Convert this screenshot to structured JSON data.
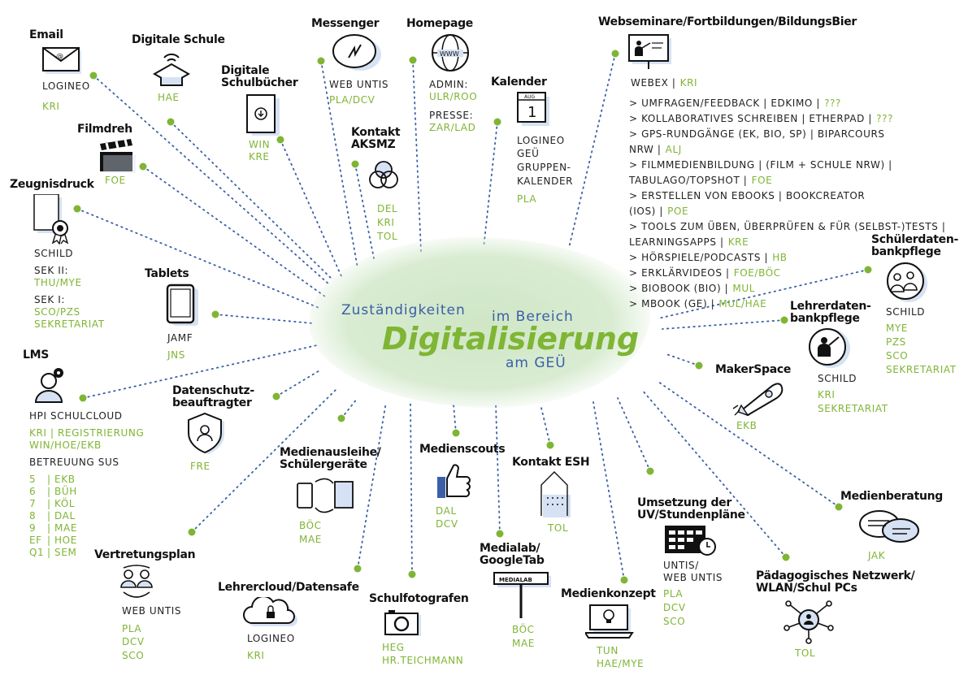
{
  "center": {
    "line1": "Zuständigkeiten",
    "line2": "im Bereich",
    "main": "Digitalisierung",
    "line3": "am GEÜ"
  },
  "email": {
    "title": "Email",
    "text": "LOGINEO",
    "green": "KRI"
  },
  "digitale_schule": {
    "title": "Digitale Schule",
    "green": "HAE"
  },
  "schulbuecher": {
    "title": "Digitale\nSchulbücher",
    "green": "WIN\nKRE"
  },
  "messenger": {
    "title": "Messenger",
    "text": "WEB UNTIS",
    "green": "PLA/DCV"
  },
  "homepage": {
    "title": "Homepage",
    "text1": "ADMIN:",
    "green1": "ULR/ROO",
    "text2": "PRESSE:",
    "green2": "ZAR/LAD"
  },
  "kalender": {
    "title": "Kalender",
    "text": "LOGINEO\nGEÜ\nGRUPPEN-\nKALENDER",
    "green": "PLA",
    "cal_month": "AUG",
    "cal_day": "1"
  },
  "kontakt_aksmz": {
    "title": "Kontakt\nAKSMZ",
    "green": "DEL\nKRI\nTOL"
  },
  "filmdreh": {
    "title": "Filmdreh",
    "green": "FOE"
  },
  "zeugnisdruck": {
    "title": "Zeugnisdruck",
    "text1": "SCHILD",
    "text2": "SEK II:",
    "green2": "THU/MYE",
    "text3": "SEK I:",
    "green3": "SCO/PZS\nSEKRETARIAT"
  },
  "tablets": {
    "title": "Tablets",
    "text": "JAMF",
    "green": "JNS"
  },
  "lms": {
    "title": "LMS",
    "text1": "HPI SCHULCLOUD",
    "green1": "KRI | REGISTRIERUNG\nWIN/HOE/EKB",
    "text2": "BETREUUNG SUS",
    "rows": [
      {
        "k": "5",
        "v": "| EKB"
      },
      {
        "k": "6",
        "v": "| BÜH"
      },
      {
        "k": "7",
        "v": "| KÖL"
      },
      {
        "k": "8",
        "v": "| DAL"
      },
      {
        "k": "9",
        "v": "| MAE"
      },
      {
        "k": "EF",
        "v": "| HOE"
      },
      {
        "k": "Q1",
        "v": "| SEM"
      }
    ]
  },
  "datenschutz": {
    "title": "Datenschutz-\nbeauftragter",
    "green": "FRE"
  },
  "vertretungsplan": {
    "title": "Vertretungsplan",
    "text": "WEB UNTIS",
    "green": "PLA\nDCV\nSCO"
  },
  "medienausleihe": {
    "title": "Medienausleihe/\nSchülergeräte",
    "green": "BÖC\nMAE"
  },
  "lehrercloud": {
    "title": "Lehrercloud/Datensafe",
    "text": "LOGINEO",
    "green": "KRI"
  },
  "schulfotografen": {
    "title": "Schulfotografen",
    "green": "HEG\nHR.TEICHMANN"
  },
  "medienscouts": {
    "title": "Medienscouts",
    "green": "DAL\nDCV"
  },
  "medialab": {
    "title": "Medialab/\nGoogleTab",
    "sign": "MEDIALAB",
    "green": "BÖC\nMAE"
  },
  "kontakt_esh": {
    "title": "Kontakt ESH",
    "green": "TOL"
  },
  "medienkonzept": {
    "title": "Medienkonzept",
    "green": "TUN\nHAE/MYE"
  },
  "umsetzung": {
    "title": "Umsetzung der\nUV/Stundenpläne",
    "text": "UNTIS/\nWEB UNTIS",
    "green": "PLA\nDCV\nSCO"
  },
  "netzwerk": {
    "title": "Pädagogisches Netzwerk/\nWLAN/Schul PCs",
    "green": "TOL"
  },
  "medienberatung": {
    "title": "Medienberatung",
    "green": "JAK"
  },
  "makerspace": {
    "title": "MakerSpace",
    "green": "EKB"
  },
  "lehrerdaten": {
    "title": "Lehrerdaten-\nbankpflege",
    "text": "SCHILD",
    "green": "KRI\nSEKRETARIAT"
  },
  "schuelerdaten": {
    "title": "Schülerdaten-\nbankpflege",
    "text": "SCHILD",
    "green": "MYE\nPZS\nSCO\nSEKRETARIAT"
  },
  "webseminare": {
    "title": "Webseminare/Fortbildungen/BildungsBier",
    "head_text": "WEBEX |",
    "head_green": "KRI",
    "items": [
      {
        "t": "> UMFRAGEN/FEEDBACK | EDKIMO |",
        "g": "???"
      },
      {
        "t": "> KOLLABORATIVES SCHREIBEN | ETHERPAD |",
        "g": "???"
      },
      {
        "t": "> GPS-RUNDGÄNGE (EK, BIO, SP) | BIPARCOURS\n   NRW |",
        "g": "ALJ"
      },
      {
        "t": "> FILMMEDIENBILDUNG | (FILM + SCHULE NRW) |\n   TABULAGO/TOPSHOT |",
        "g": "FOE"
      },
      {
        "t": "> ERSTELLEN VON EBOOKS | BOOKCREATOR\n   (IOS) |",
        "g": "POE"
      },
      {
        "t": "> TOOLS ZUM ÜBEN, ÜBERPRÜFEN & FÜR (SELBST-)TESTS |\n   LEARNINGSAPPS |",
        "g": "KRE"
      },
      {
        "t": "> HÖRSPIELE/PODCASTS |",
        "g": "HB"
      },
      {
        "t": "> ERKLÄRVIDEOS |",
        "g": "FOE/BÖC"
      },
      {
        "t": "      > BIOBOOK (BIO) |",
        "g": "MUL"
      },
      {
        "t": "      > MBOOK (GE) |",
        "g": "MUL/HAE"
      }
    ]
  }
}
